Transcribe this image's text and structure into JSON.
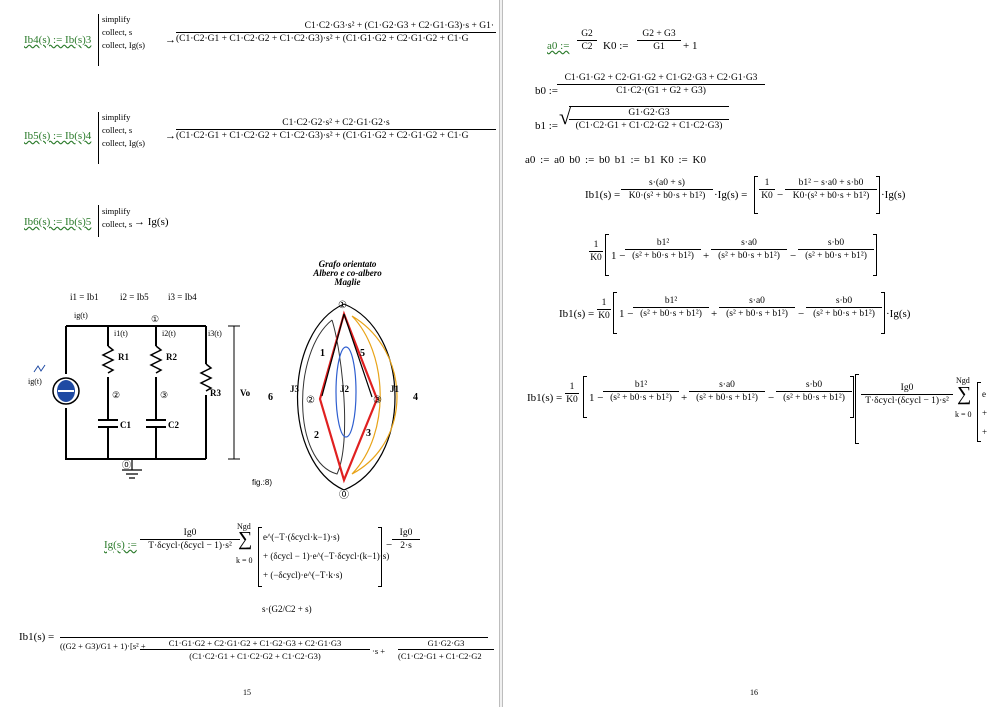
{
  "page15": {
    "number": "15",
    "eq1": {
      "lhs": "Ib4(s) := Ib(s)3",
      "keywords": [
        "simplify",
        "collect, s",
        "collect, Ig(s)"
      ],
      "arrow": "→",
      "num": "C1·C2·G3·s² + (C1·G2·G3 + C2·G1·G3)·s + G1·",
      "den": "(C1·C2·G1 + C1·C2·G2 + C1·C2·G3)·s² + (C1·G1·G2 + C2·G1·G2 + C1·G"
    },
    "eq2": {
      "lhs": "Ib5(s) := Ib(s)4",
      "keywords": [
        "simplify",
        "collect, s",
        "collect, Ig(s)"
      ],
      "arrow": "→",
      "num": "C1·C2·G2·s² + C2·G1·G2·s",
      "den": "(C1·C2·G1 + C1·C2·G2 + C1·C2·G3)·s² + (C1·G1·G2 + C2·G1·G2 + C1·G"
    },
    "eq3": {
      "lhs": "Ib6(s) := Ib(s)5",
      "keywords": [
        "simplify",
        "collect, s"
      ],
      "rhs": "→ Ig(s)"
    },
    "currents": {
      "i1": "i1 = Ib1",
      "i2": "i2 = Ib5",
      "i3": "i3 = Ib4"
    },
    "circuit": {
      "source_label": "ig(t)",
      "ig_label": "ig(t)",
      "i1_label": "i1(t)",
      "i2_label": "i2(t)",
      "i3_label": "i3(t)",
      "R1": "R1",
      "R2": "R2",
      "R3": "R3",
      "C1": "C1",
      "C2": "C2",
      "Vo": "Vo",
      "node1": "①",
      "node2": "②",
      "node3": "③",
      "node0": "⓪"
    },
    "graph": {
      "title1": "Grafo orientato",
      "title2": "Albero e co-albero",
      "title3": "Maglie",
      "edges": [
        "1",
        "2",
        "3",
        "4",
        "5",
        "6"
      ],
      "meshes": [
        "J1",
        "J2",
        "J3"
      ],
      "nodes": [
        "①",
        "②",
        "③",
        "⓪"
      ],
      "fig": "fig.:8)",
      "colors": {
        "tree": "#e02020",
        "j1": "#e8a317",
        "j2": "#2f5fd0",
        "j3": "#333333"
      }
    },
    "ig_def": {
      "lhs": "Ig(s) :=",
      "frac_num": "Ig0",
      "frac_den": "T·δcycl·(δcycl − 1)·s²",
      "sum_top": "Ngd",
      "sum_bottom": "k = 0",
      "row1": "e^(−T·(δcycl·k−1)·s)",
      "row2": "+ (δcycl − 1)·e^(−T·δcycl·(k−1)·s)",
      "row3": "+ (−δcycl)·e^(−T·k·s)",
      "minus": "−",
      "tail_num": "Ig0",
      "tail_den": "2·s"
    },
    "ib1_def": {
      "lhs": "Ib1(s) =",
      "num": "s·(G2/C2 + s)",
      "den_a": "((G2 + G3)/G1 + 1)·[s² +",
      "den_frac_num": "C1·G1·G2 + C2·G1·G2 + C1·G2·G3 + C2·G1·G3",
      "den_frac_den": "(C1·C2·G1 + C1·C2·G2 + C1·C2·G3)",
      "den_b": "·s +",
      "den_frac2_num": "G1·G2·G3",
      "den_frac2_den": "(C1·C2·G1 + C1·C2·G2"
    }
  },
  "page16": {
    "number": "16",
    "a0": "a0 :=",
    "a0_num": "G2",
    "a0_den": "C2",
    "K0": "K0 :=",
    "K0_num": "G2 + G3",
    "K0_den": "G1",
    "K0_tail": "+ 1",
    "b0": "b0 :=",
    "b0_num": "C1·G1·G2 + C2·G1·G2 + C1·G2·G3 + C2·G1·G3",
    "b0_den": "C1·C2·(G1 + G2 + G3)",
    "b1": "b1 :=",
    "b1_num": "G1·G2·G3",
    "b1_den": "(C1·C2·G1 + C1·C2·G2 + C1·C2·G3)",
    "assign": "a0 := a0   b0 := b0   b1 := b1   K0 := K0",
    "eq_a": {
      "lhs": "Ib1(s) =",
      "num": "s·(a0 + s)",
      "den": "K0·(s² + b0·s + b1²)",
      "mid": "·Ig(s) =",
      "inner1": "1",
      "inner1d": "K0",
      "minus": "−",
      "inner2": "b1² − s·a0 + s·b0",
      "inner2d": "K0·(s² + b0·s + b1²)",
      "tail": "·Ig(s)"
    },
    "eq_b": {
      "pre_num": "1",
      "pre_den": "K0",
      "t1": "1 −",
      "f1n": "b1²",
      "f1d": "(s² + b0·s + b1²)",
      "plus": "+",
      "f2n": "s·a0",
      "f2d": "(s² + b0·s + b1²)",
      "minus": "−",
      "f3n": "s·b0",
      "f3d": "(s² + b0·s + b1²)"
    },
    "eq_c": {
      "lhs": "Ib1(s) =",
      "tail": "·Ig(s)"
    },
    "eq_d": {
      "lhs": "Ib1(s) =",
      "ig_num": "Ig0",
      "ig_den": "T·δcycl·(δcycl − 1)·s²",
      "sum_top": "Ngd",
      "sum_bottom": "k = 0",
      "rows": [
        "e",
        "+",
        "+"
      ]
    }
  }
}
